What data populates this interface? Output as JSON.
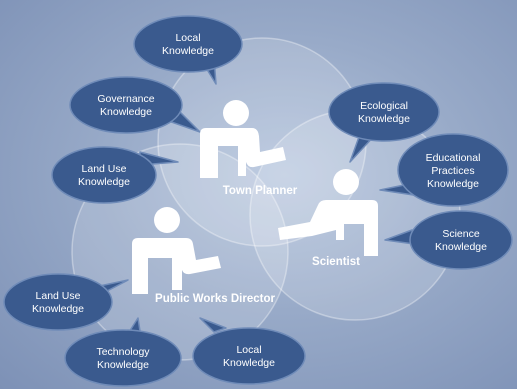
{
  "colors": {
    "background": "#8fa2c4",
    "bubble_fill": "#3a5a8e",
    "bubble_border": "#6f8bb8",
    "figure": "#ffffff",
    "circle_fill": "#ffffff"
  },
  "roles": {
    "town_planner": "Town Planner",
    "scientist": "Scientist",
    "public_works_director": "Public Works Director"
  },
  "bubbles": {
    "local_top": [
      "Local",
      "Knowledge"
    ],
    "governance": [
      "Governance",
      "Knowledge"
    ],
    "land_use_upper": [
      "Land Use",
      "Knowledge"
    ],
    "ecological": [
      "Ecological",
      "Knowledge"
    ],
    "educational": [
      "Educational",
      "Practices",
      "Knowledge"
    ],
    "science": [
      "Science",
      "Knowledge"
    ],
    "land_use_lower": [
      "Land Use",
      "Knowledge"
    ],
    "technology": [
      "Technology",
      "Knowledge"
    ],
    "local_bottom": [
      "Local",
      "Knowledge"
    ]
  }
}
